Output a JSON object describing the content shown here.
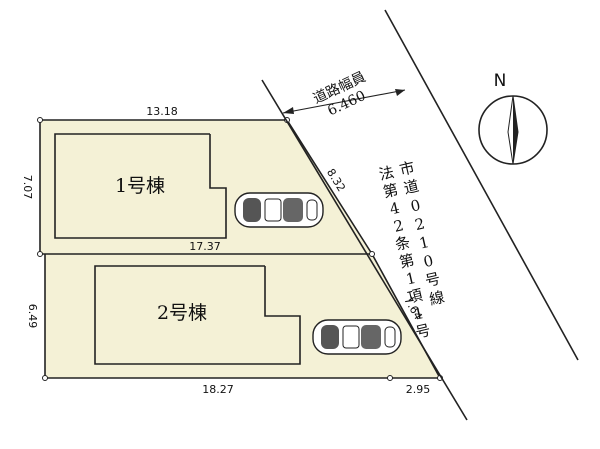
{
  "lots": {
    "lot1_label": "1号棟",
    "lot2_label": "2号棟",
    "lot1_top_width": "13.18",
    "lot1_left_depth": "7.07",
    "lot1_right_frontage": "8.32",
    "shared_boundary": "17.37",
    "lot2_left_depth": "6.49",
    "lot2_right_frontage": "7.64",
    "lot2_bottom_width": "18.27",
    "bottom_corner_cut": "2.95"
  },
  "road": {
    "width_label": "道路幅員",
    "width_value": "6.460",
    "designation_line1": "市道0210号線",
    "designation_line2": "法第42条第1項1号"
  },
  "compass": {
    "north_label": "N"
  },
  "colors": {
    "lot_fill": "#f4f1d6",
    "line": "#222222"
  }
}
